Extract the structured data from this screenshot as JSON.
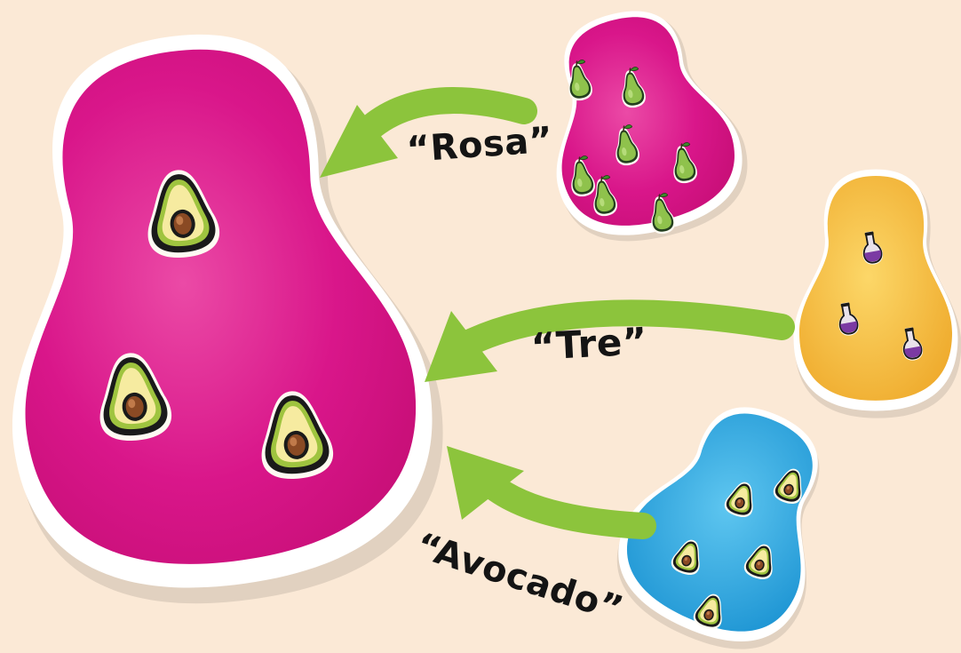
{
  "top_caption": "",
  "arrow_color": "#8cc43c",
  "cards": {
    "target": {
      "color": "#d6127f",
      "icon": "avocado-icon",
      "count": 3
    },
    "pears": {
      "color": "#d6127f",
      "icon": "pear-icon",
      "count": 7,
      "caption": "“Rosa”"
    },
    "bottles": {
      "color": "#f2b533",
      "icon": "potion-bottle-icon",
      "count": 3,
      "caption": "“Tre”"
    },
    "avocados": {
      "color": "#26a2dd",
      "icon": "avocado-icon",
      "count": 5,
      "caption": "“Avocado”"
    }
  }
}
